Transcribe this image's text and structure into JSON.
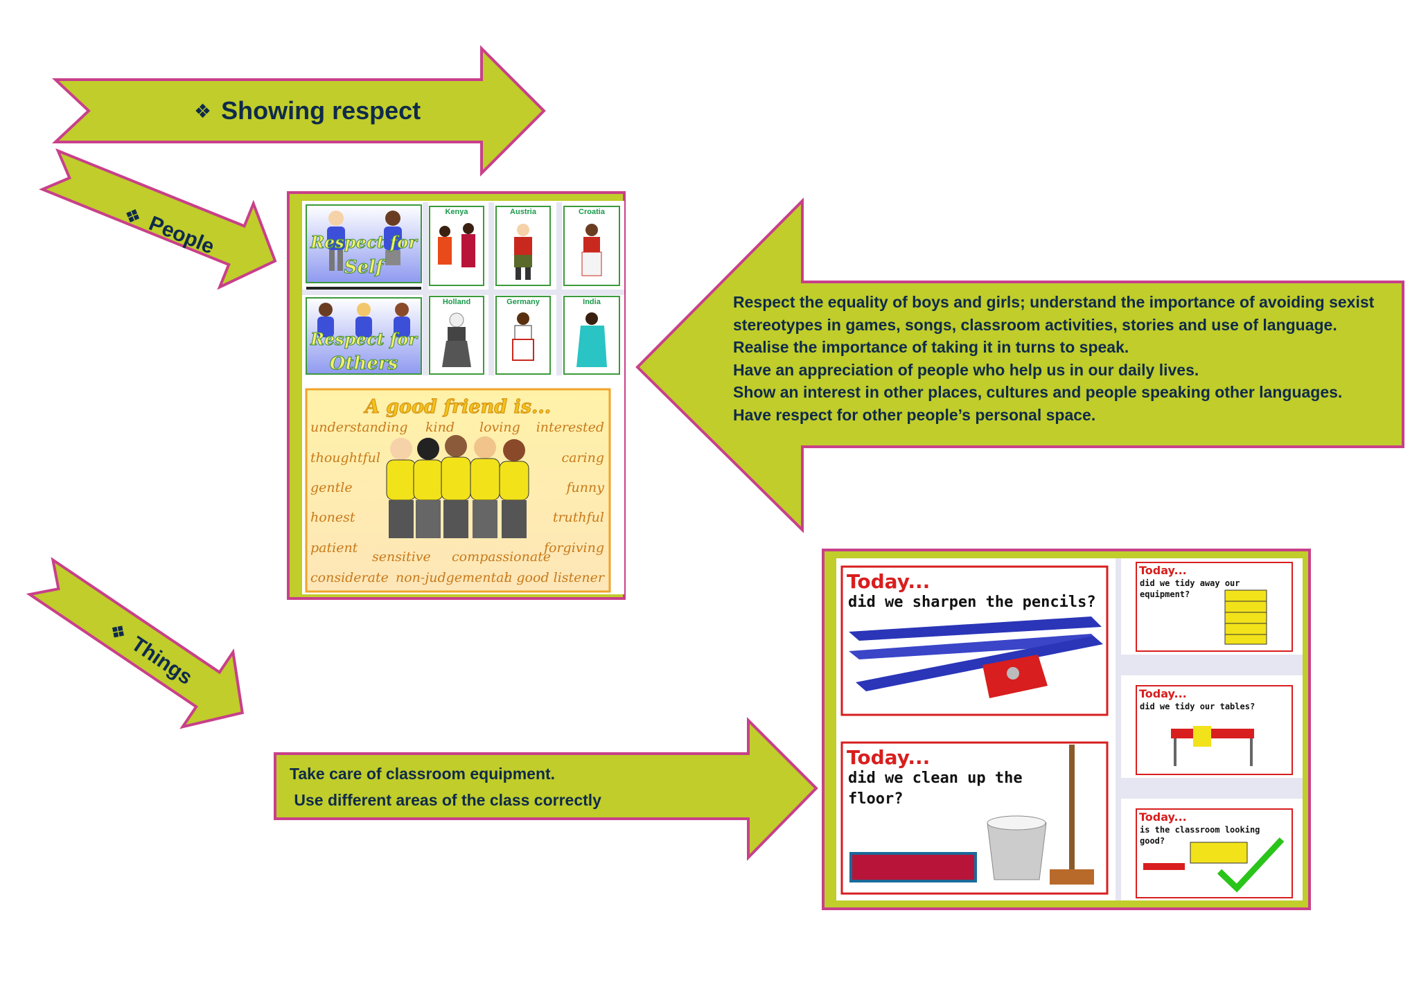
{
  "title_arrow": {
    "label": "Showing respect"
  },
  "people_arrow": {
    "label": "People"
  },
  "things_arrow": {
    "label": "Things"
  },
  "respect_sheets": {
    "self_label_top": "Respect for",
    "self_label_bottom": "Self",
    "others_label_top": "Respect for",
    "others_label_bottom": "Others",
    "countries": [
      "Kenya",
      "Austria",
      "Croatia",
      "Holland",
      "Germany",
      "India"
    ]
  },
  "friend_poster": {
    "heading": "A good friend is...",
    "words": [
      "understanding",
      "kind",
      "loving",
      "interested",
      "thoughtful",
      "caring",
      "gentle",
      "funny",
      "honest",
      "truthful",
      "patient",
      "sensitive",
      "compassionate",
      "forgiving",
      "considerate",
      "non-judgemental",
      "a good listener"
    ]
  },
  "people_info": {
    "lines": [
      "Respect the equality of boys and girls; understand the importance of avoiding sexist",
      "stereotypes in games, songs, classroom activities, stories and use of language.",
      "Realise the importance of taking it in turns to speak.",
      "Have an appreciation of people who help us in our daily lives.",
      "Show an interest in other places, cultures and people speaking other languages.",
      "Have respect for other people’s personal space."
    ]
  },
  "things_info": {
    "lines": [
      "Take care of classroom equipment.",
      " Use different areas of the class correctly"
    ]
  },
  "today_cards": {
    "today_word": "Today...",
    "pencils_q": "did we sharpen the pencils?",
    "floor_q1": "did we clean up the",
    "floor_q2": "floor?",
    "tidy_q1": "did we tidy away our",
    "tidy_q2": "equipment?",
    "tables_q": "did we tidy our tables?",
    "classroom_q1": "is the classroom looking",
    "classroom_q2": "good?"
  },
  "colors": {
    "arrow_fill": "#c0cd2a",
    "arrow_stroke": "#c8408a",
    "text": "#0f2a4a"
  }
}
